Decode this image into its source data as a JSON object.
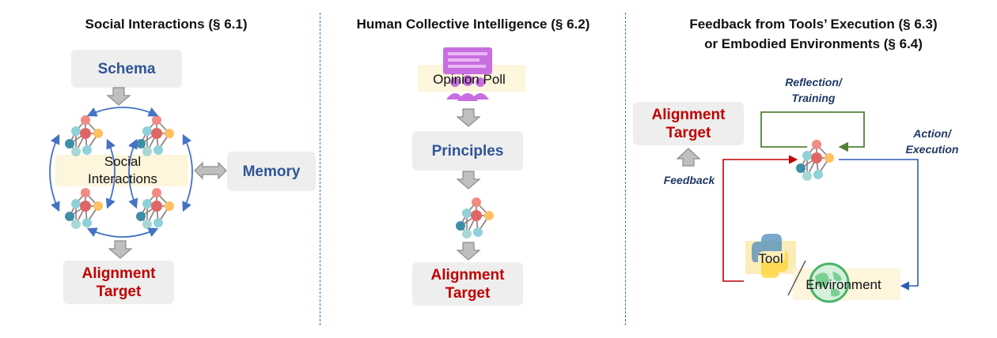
{
  "panels": {
    "social": {
      "title": "Social Interactions (§ 6.1)",
      "schema": "Schema",
      "center_label_1": "Social",
      "center_label_2": "Interactions",
      "memory": "Memory",
      "target_1": "Alignment",
      "target_2": "Target"
    },
    "collective": {
      "title": "Human Collective Intelligence (§ 6.2)",
      "poll": "Opinion Poll",
      "principles": "Principles",
      "target_1": "Alignment",
      "target_2": "Target"
    },
    "feedback": {
      "title_1": "Feedback from Tools’ Execution (§ 6.3)",
      "title_2": "or Embodied Environments (§ 6.4)",
      "target_1": "Alignment",
      "target_2": "Target",
      "reflection_1": "Reflection/",
      "reflection_2": "Training",
      "action_1": "Action/",
      "action_2": "Execution",
      "feedback": "Feedback",
      "tool": "Tool",
      "environment": "Environment"
    }
  },
  "colors": {
    "schema_text": "#2f5597",
    "target_text": "#c00000",
    "arrow_blue": "#4472c4",
    "arrow_green": "#548235",
    "arrow_red": "#c00000",
    "node_colors": [
      "#f28b82",
      "#e06666",
      "#f6b26b",
      "#8fd1d9",
      "#3d8fa8",
      "#a8d8d4",
      "#ffd180"
    ]
  },
  "icons": [
    "neural-network-icon",
    "poll-people-icon",
    "python-logo-icon",
    "globe-icon",
    "gray-arrow-icon"
  ]
}
